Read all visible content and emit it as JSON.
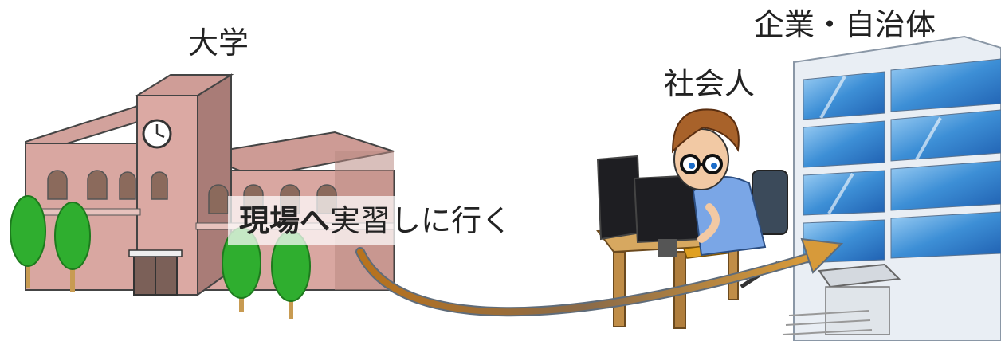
{
  "labels": {
    "university": "大学",
    "corporation": "企業・自治体",
    "worker": "社会人"
  },
  "caption": {
    "bold": "現場へ",
    "rest": "実習しに行く"
  },
  "colors": {
    "university_wall": "#d9a7a1",
    "university_roof": "#cd9b95",
    "building_glass": "#3d8fd6",
    "arrow": "#c9882e",
    "tree": "#2fae2f"
  },
  "icons": [
    "university-building-icon",
    "office-building-icon",
    "office-worker-icon",
    "tree-icon",
    "clock-icon",
    "curved-arrow-icon"
  ]
}
